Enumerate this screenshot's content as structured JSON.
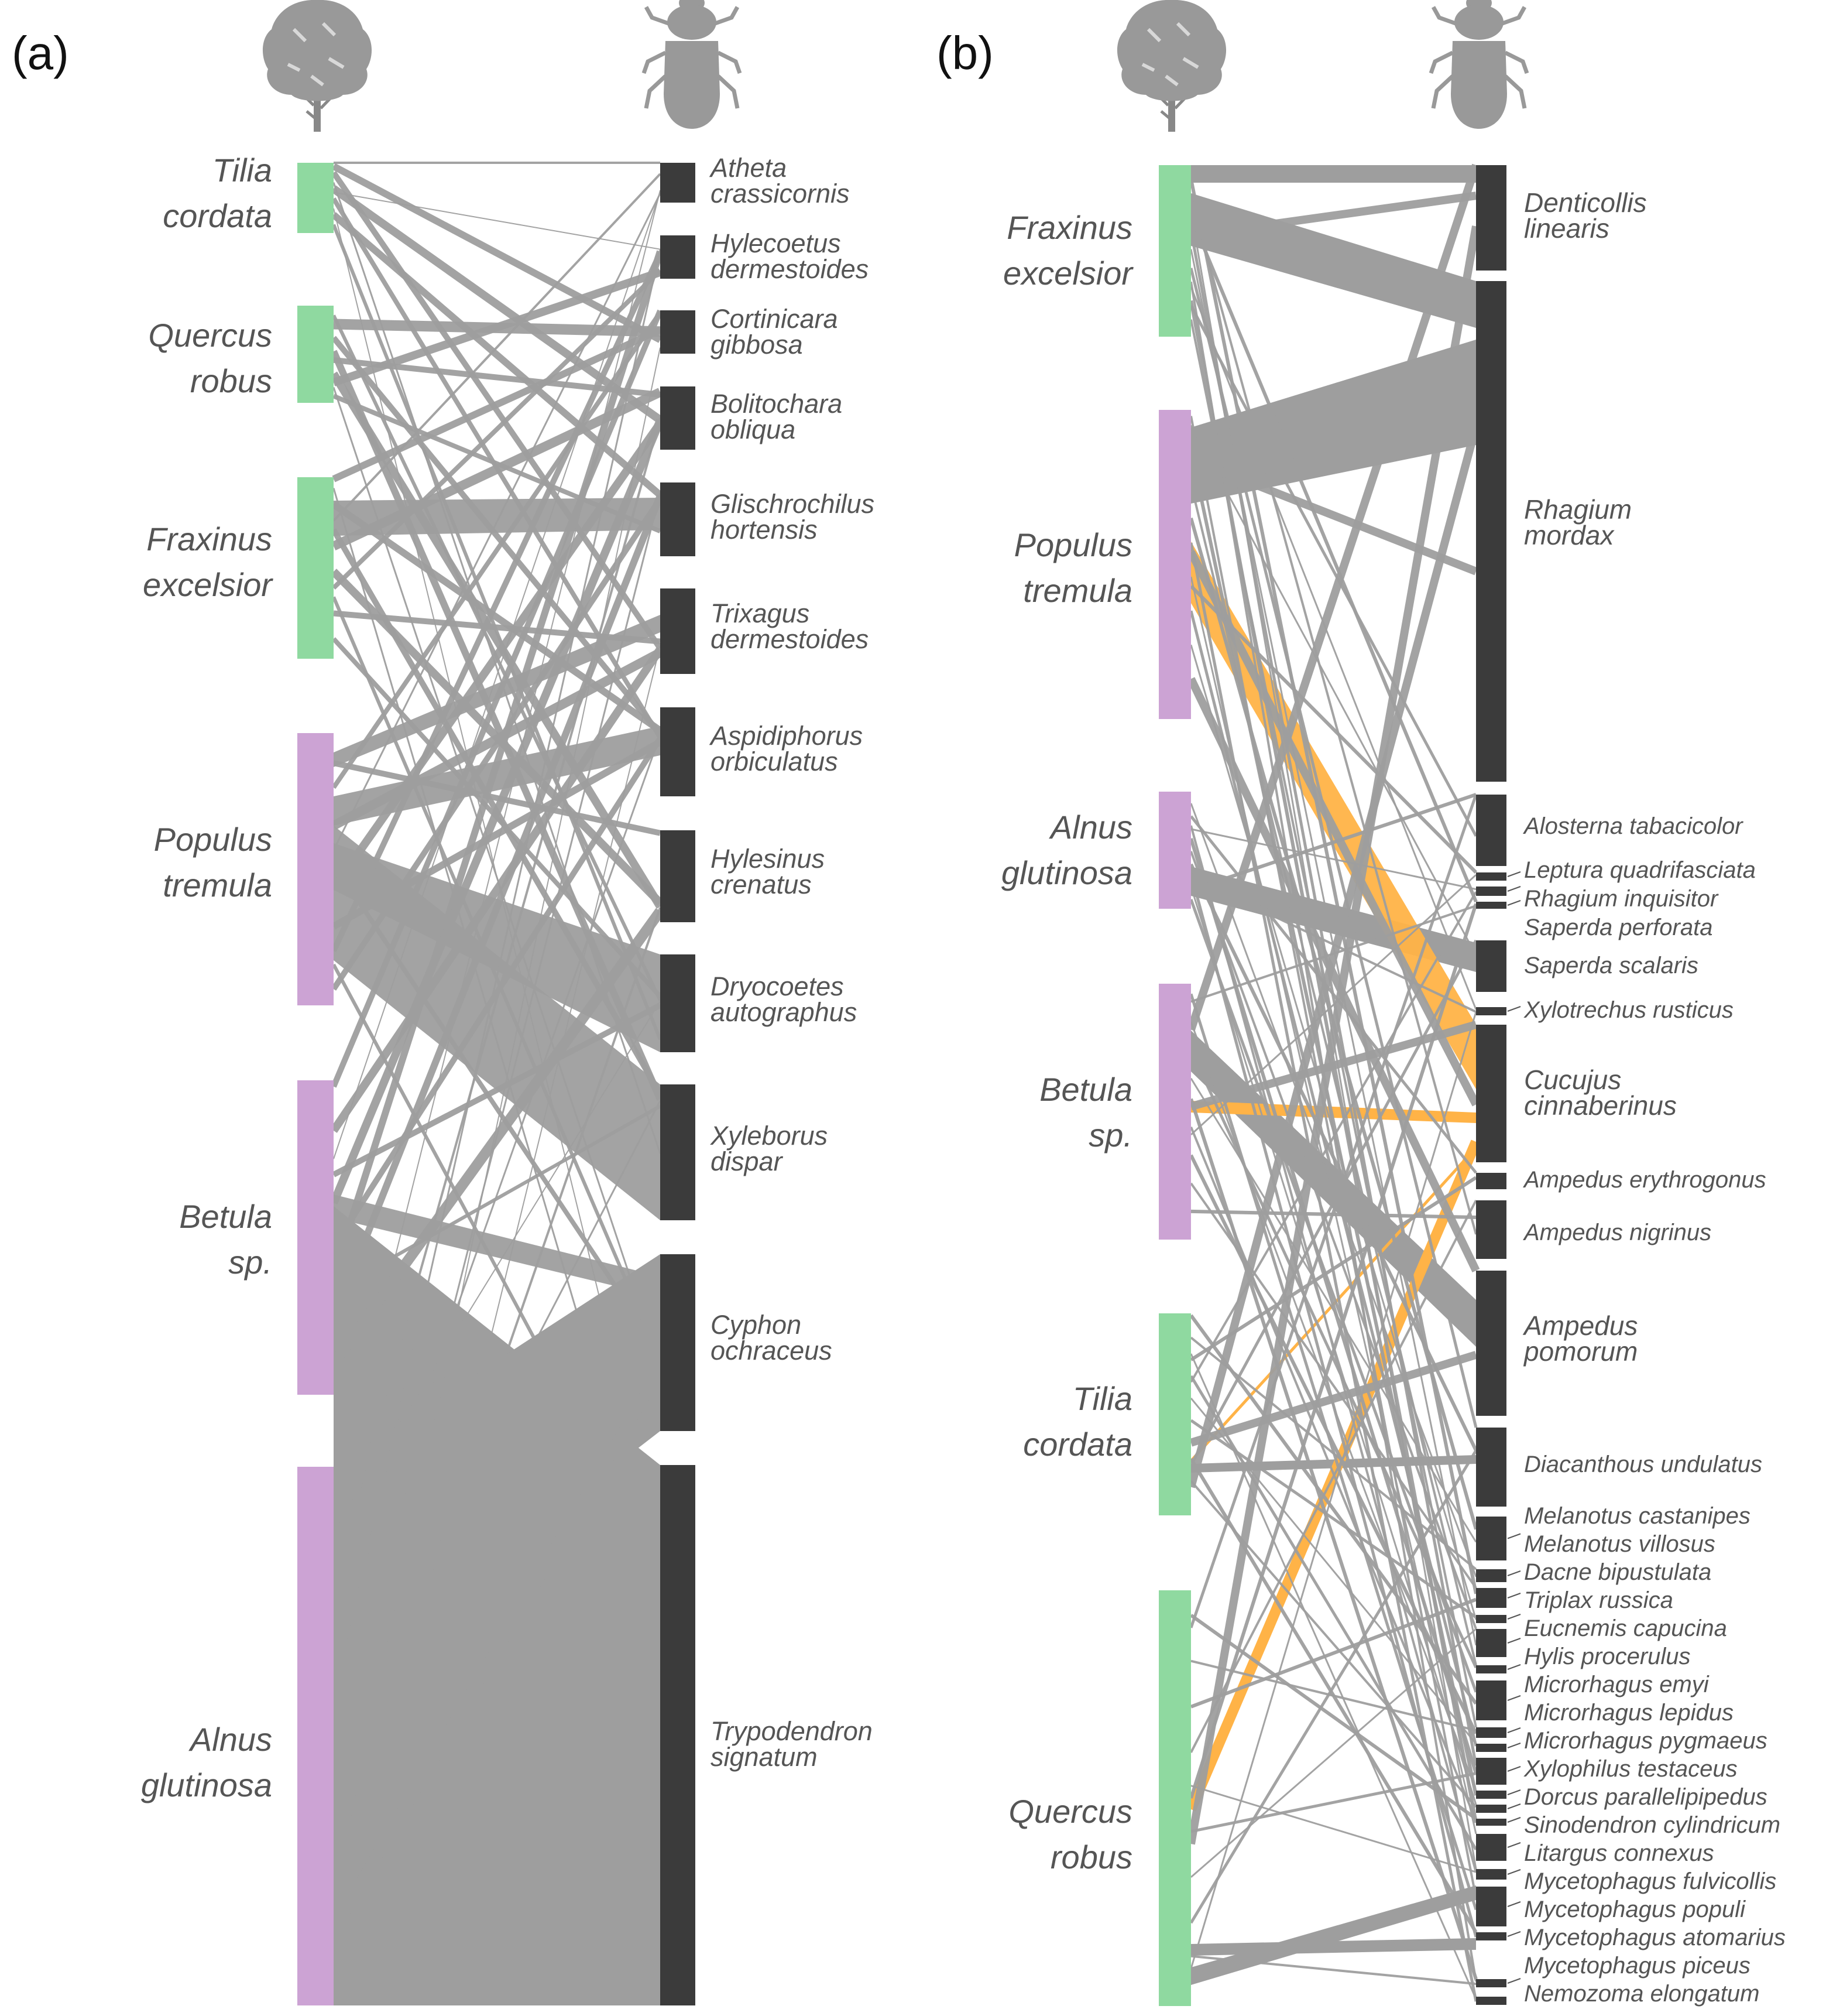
{
  "panels": [
    {
      "id": "a",
      "label": "(a)",
      "colors": {
        "tree_green": "#8fd9a0",
        "tree_purple": "#cca3d4",
        "beetle_bar": "#3b3b3b",
        "link_gray": "#9e9e9e",
        "highlight": "#ffb347"
      },
      "trees": [
        {
          "name": "Tilia cordata",
          "lines": [
            "Tilia",
            "cordata"
          ],
          "color": "green"
        },
        {
          "name": "Quercus robus",
          "lines": [
            "Quercus",
            "robus"
          ],
          "color": "green"
        },
        {
          "name": "Fraxinus excelsior",
          "lines": [
            "Fraxinus",
            "excelsior"
          ],
          "color": "green"
        },
        {
          "name": "Populus tremula",
          "lines": [
            "Populus",
            "tremula"
          ],
          "color": "purple"
        },
        {
          "name": "Betula sp.",
          "lines": [
            "Betula",
            "sp."
          ],
          "color": "purple"
        },
        {
          "name": "Alnus glutinosa",
          "lines": [
            "Alnus",
            "glutinosa"
          ],
          "color": "purple"
        }
      ],
      "beetles": [
        {
          "name": "Atheta crassicornis",
          "lines": [
            "Atheta",
            "crassicornis"
          ]
        },
        {
          "name": "Hylecoetus dermestoides",
          "lines": [
            "Hylecoetus",
            "dermestoides"
          ]
        },
        {
          "name": "Cortinicara gibbosa",
          "lines": [
            "Cortinicara",
            "gibbosa"
          ]
        },
        {
          "name": "Bolitochara obliqua",
          "lines": [
            "Bolitochara",
            "obliqua"
          ]
        },
        {
          "name": "Glischrochilus hortensis",
          "lines": [
            "Glischrochilus",
            "hortensis"
          ]
        },
        {
          "name": "Trixagus dermestoides",
          "lines": [
            "Trixagus",
            "dermestoides"
          ]
        },
        {
          "name": "Aspidiphorus orbiculatus",
          "lines": [
            "Aspidiphorus",
            "orbiculatus"
          ]
        },
        {
          "name": "Hylesinus crenatus",
          "lines": [
            "Hylesinus",
            "crenatus"
          ]
        },
        {
          "name": "Dryocoetes autographus",
          "lines": [
            "Dryocoetes",
            "autographus"
          ]
        },
        {
          "name": "Xyleborus dispar",
          "lines": [
            "Xyleborus",
            "dispar"
          ]
        },
        {
          "name": "Cyphon ochraceus",
          "lines": [
            "Cyphon",
            "ochraceus"
          ]
        },
        {
          "name": "Trypodendron signatum",
          "lines": [
            "Trypodendron",
            "signatum"
          ]
        }
      ]
    },
    {
      "id": "b",
      "label": "(b)",
      "trees": [
        {
          "name": "Fraxinus excelsior",
          "lines": [
            "Fraxinus",
            "excelsior"
          ],
          "color": "green"
        },
        {
          "name": "Populus tremula",
          "lines": [
            "Populus",
            "tremula"
          ],
          "color": "purple"
        },
        {
          "name": "Alnus glutinosa",
          "lines": [
            "Alnus",
            "glutinosa"
          ],
          "color": "purple"
        },
        {
          "name": "Betula sp.",
          "lines": [
            "Betula",
            "sp."
          ],
          "color": "purple"
        },
        {
          "name": "Tilia cordata",
          "lines": [
            "Tilia",
            "cordata"
          ],
          "color": "green"
        },
        {
          "name": "Quercus robus",
          "lines": [
            "Quercus",
            "robus"
          ],
          "color": "green"
        }
      ],
      "beetles": [
        {
          "name": "Denticollis linearis",
          "lines": [
            "Denticollis",
            "linearis"
          ]
        },
        {
          "name": "Rhagium mordax",
          "lines": [
            "Rhagium",
            "mordax"
          ]
        },
        {
          "name": "Alosterna tabacicolor",
          "lines": [
            "Alosterna tabacicolor"
          ]
        },
        {
          "name": "Leptura quadrifasciata",
          "lines": [
            "Leptura quadrifasciata"
          ]
        },
        {
          "name": "Rhagium inquisitor",
          "lines": [
            "Rhagium inquisitor"
          ]
        },
        {
          "name": "Saperda perforata",
          "lines": [
            "Saperda perforata"
          ]
        },
        {
          "name": "Saperda scalaris",
          "lines": [
            "Saperda scalaris"
          ]
        },
        {
          "name": "Xylotrechus rusticus",
          "lines": [
            "Xylotrechus rusticus"
          ]
        },
        {
          "name": "Cucujus cinnaberinus",
          "lines": [
            "Cucujus",
            "cinnaberinus"
          ]
        },
        {
          "name": "Ampedus erythrogonus",
          "lines": [
            "Ampedus erythrogonus"
          ]
        },
        {
          "name": "Ampedus nigrinus",
          "lines": [
            "Ampedus nigrinus"
          ]
        },
        {
          "name": "Ampedus pomorum",
          "lines": [
            "Ampedus",
            "pomorum"
          ]
        },
        {
          "name": "Diacanthous undulatus",
          "lines": [
            "Diacanthous undulatus"
          ]
        },
        {
          "name": "Melanotus castanipes",
          "lines": [
            "Melanotus castanipes"
          ]
        },
        {
          "name": "Melanotus villosus",
          "lines": [
            "Melanotus villosus"
          ]
        },
        {
          "name": "Dacne bipustulata",
          "lines": [
            "Dacne bipustulata"
          ]
        },
        {
          "name": "Triplax russica",
          "lines": [
            "Triplax russica"
          ]
        },
        {
          "name": "Eucnemis capucina",
          "lines": [
            "Eucnemis capucina"
          ]
        },
        {
          "name": "Hylis procerulus",
          "lines": [
            "Hylis procerulus"
          ]
        },
        {
          "name": "Microrhagus emyi",
          "lines": [
            "Microrhagus emyi"
          ]
        },
        {
          "name": "Microrhagus lepidus",
          "lines": [
            "Microrhagus lepidus"
          ]
        },
        {
          "name": "Microrhagus pygmaeus",
          "lines": [
            "Microrhagus pygmaeus"
          ]
        },
        {
          "name": "Xylophilus testaceus",
          "lines": [
            "Xylophilus testaceus"
          ]
        },
        {
          "name": "Dorcus parallelipipedus",
          "lines": [
            "Dorcus parallelipipedus"
          ]
        },
        {
          "name": "Sinodendron cylindricum",
          "lines": [
            "Sinodendron cylindricum"
          ]
        },
        {
          "name": "Litargus connexus",
          "lines": [
            "Litargus connexus"
          ]
        },
        {
          "name": "Mycetophagus fulvicollis",
          "lines": [
            "Mycetophagus fulvicollis"
          ]
        },
        {
          "name": "Mycetophagus populi",
          "lines": [
            "Mycetophagus populi"
          ]
        },
        {
          "name": "Mycetophagus atomarius",
          "lines": [
            "Mycetophagus atomarius"
          ]
        },
        {
          "name": "Mycetophagus piceus",
          "lines": [
            "Mycetophagus piceus"
          ]
        },
        {
          "name": "Nemozoma elongatum",
          "lines": [
            "Nemozoma elongatum"
          ]
        }
      ],
      "highlight_species": "Cucujus cinnaberinus"
    }
  ],
  "icons": [
    "tree-icon",
    "beetle-icon"
  ]
}
